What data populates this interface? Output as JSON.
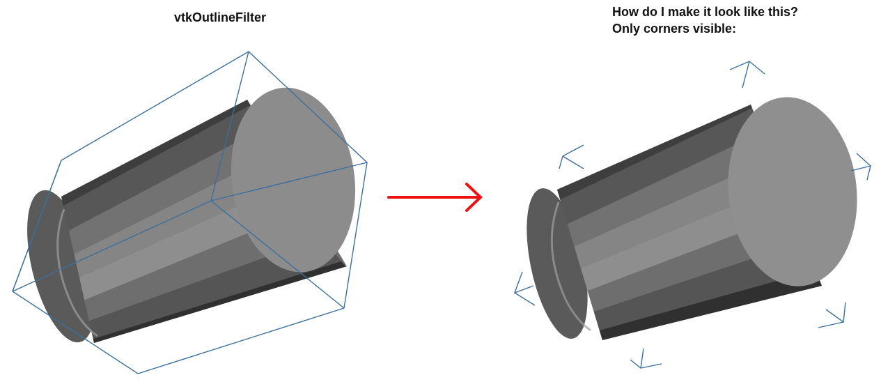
{
  "left_panel": {
    "title": "vtkOutlineFilter"
  },
  "right_panel": {
    "title_line1": "How do I make it look like this?",
    "title_line2": "Only corners visible:"
  },
  "colors": {
    "outline": "#3a6f9c",
    "arrow": "#ee1111",
    "cylinder_cap": "#8e8e8e",
    "cylinder_dark": "#3c3c3c",
    "background": "#ffffff"
  }
}
